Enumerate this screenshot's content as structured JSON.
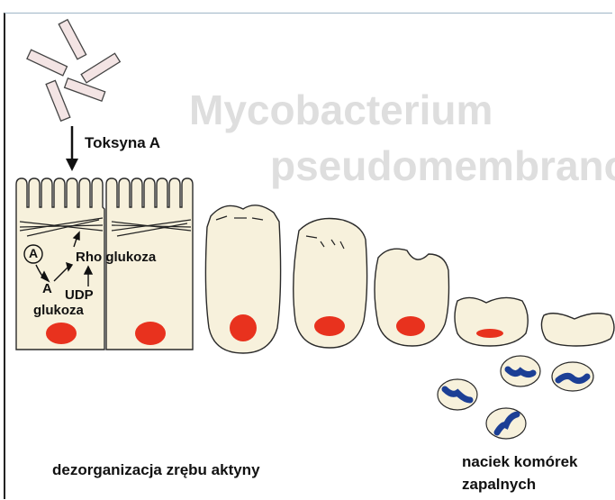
{
  "labels": {
    "toxin": "Toksyna A",
    "rho_glucose": "Rho glukoza",
    "udp": "UDP",
    "glucose": "glukoza",
    "toxin_symbol": "A",
    "enzyme_symbol": "A"
  },
  "captions": {
    "left": "dezorganizacja zrębu aktyny",
    "right_line1": "naciek komórek",
    "right_line2": "zapalnych"
  },
  "colors": {
    "cell_fill": "#f7f1dc",
    "cell_stroke": "#2a2a2a",
    "nucleus": "#e8321e",
    "inflammatory_cell": "#1c3f95",
    "toxin_rod_fill": "#f3e4e4",
    "watermark": "#dcdcdc"
  }
}
